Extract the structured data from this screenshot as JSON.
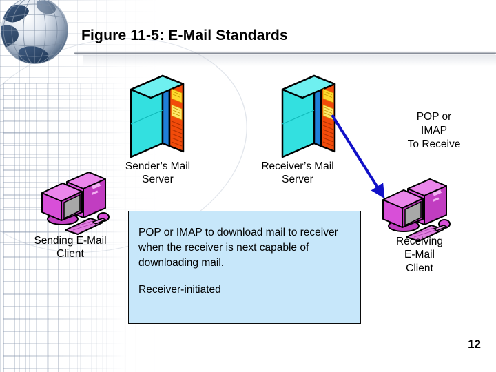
{
  "slide": {
    "title": "Figure 11-5: E-Mail Standards",
    "page_number": "12",
    "background_color": "#ffffff"
  },
  "decor": {
    "globe_icon": "globe-icon",
    "divider": "title-divider"
  },
  "diagram": {
    "nodes": [
      {
        "id": "sending-client",
        "icon": "desktop-computer-icon",
        "caption": "Sending E-Mail\nClient",
        "color": "#cc33cc"
      },
      {
        "id": "sender-mail-server",
        "icon": "server-rack-icon",
        "caption": "Sender’s Mail\nServer",
        "color": "#33e0e0"
      },
      {
        "id": "receiver-mail-server",
        "icon": "server-rack-icon",
        "caption": "Receiver’s Mail\nServer",
        "color": "#33e0e0"
      },
      {
        "id": "receiving-client",
        "icon": "desktop-computer-icon",
        "caption": "Receiving\nE-Mail\nClient",
        "color": "#cc33cc"
      }
    ],
    "arrow": {
      "id": "pop-imap-arrow",
      "label": "POP or\nIMAP\nTo Receive",
      "color": "#1010c8",
      "from": "receiver-mail-server",
      "to": "receiving-client"
    },
    "callout": {
      "id": "pop-imap-callout",
      "fill_color": "#c7e7fa",
      "border_color": "#000000",
      "paragraph_1": "POP or IMAP to download mail to receiver when the receiver is next capable of downloading mail.",
      "paragraph_2": "Receiver-initiated"
    }
  }
}
